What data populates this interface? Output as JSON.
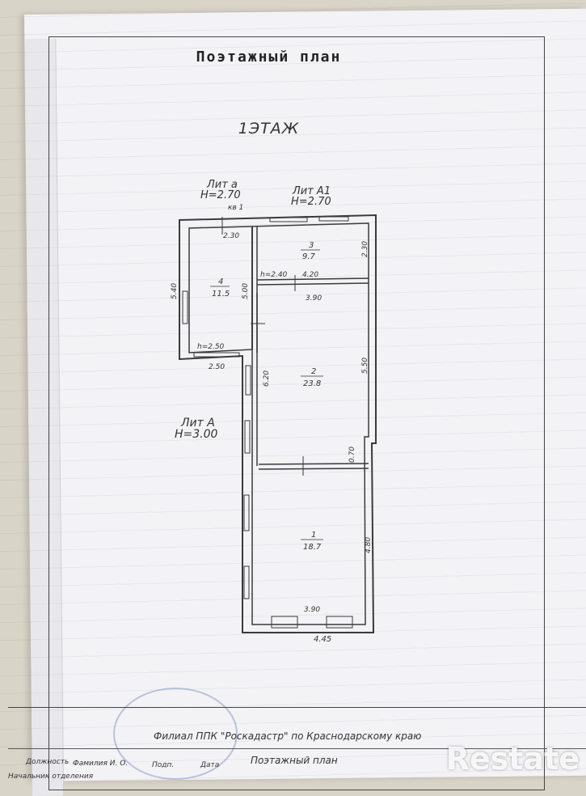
{
  "document": {
    "title": "Поэтажный план",
    "floor": "1ЭТАЖ"
  },
  "plan": {
    "liters": [
      {
        "name": "Лит а",
        "height": "H=2.70"
      },
      {
        "name": "Лит А1",
        "height": "H=2.70"
      },
      {
        "name": "Лит А",
        "height": "H=3.00"
      }
    ],
    "apartment_label": "кв 1",
    "rooms": [
      {
        "number": "1",
        "area": "18.7"
      },
      {
        "number": "2",
        "area": "23.8"
      },
      {
        "number": "3",
        "area": "9.7"
      },
      {
        "number": "4",
        "area": "11.5"
      }
    ],
    "dimensions": {
      "r4_top": "2.30",
      "r4_left": "5.40",
      "r4_right": "5.00",
      "r4_h": "h=2.50",
      "r4_bottom": "2.50",
      "r3_h": "h=2.40",
      "r3_width": "4.20",
      "r3_right": "2.30",
      "r2_top": "3.90",
      "r2_left": "6.20",
      "r2_right": "5.50",
      "r2_offset": "0.70",
      "r1_right": "4.80",
      "r1_bottom": "3.90",
      "total_width": "4.45"
    }
  },
  "titleblock": {
    "organization": "Филиал ППК \"Роскадастр\" по Краснодарскому краю",
    "col_position": "Должность",
    "col_name": "Фамилия И. О.",
    "col_signature": "Подп.",
    "col_date": "Дата",
    "row_head": "Начальник отделения",
    "plan_name": "Поэтажный план"
  },
  "watermark": "Restate"
}
